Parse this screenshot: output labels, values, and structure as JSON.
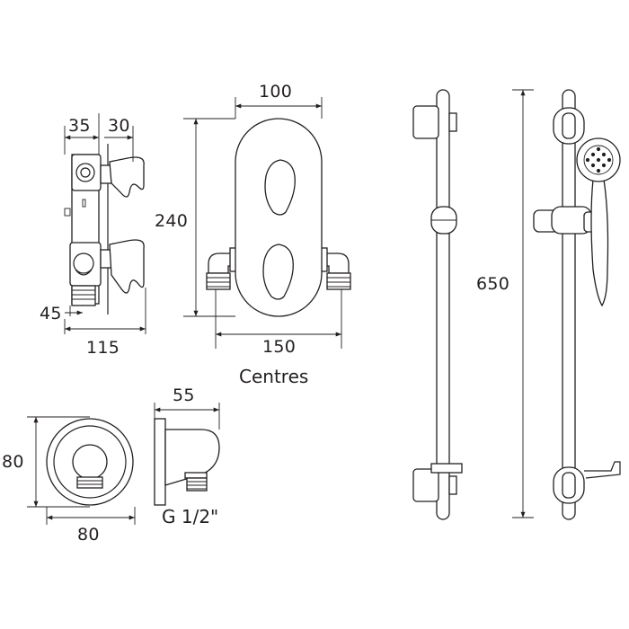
{
  "dimensions": {
    "valve_depth_front": "35",
    "valve_depth_handle": "30",
    "valve_height": "240",
    "valve_offset": "45",
    "valve_total_depth": "115",
    "plate_width": "100",
    "inlet_centres": "150",
    "rail_length": "650",
    "outlet_height": "80",
    "outlet_width": "80",
    "outlet_depth": "55"
  },
  "labels": {
    "centres": "Centres",
    "thread": "G 1/2\""
  },
  "colors": {
    "line": "#231f20",
    "background": "#ffffff"
  }
}
